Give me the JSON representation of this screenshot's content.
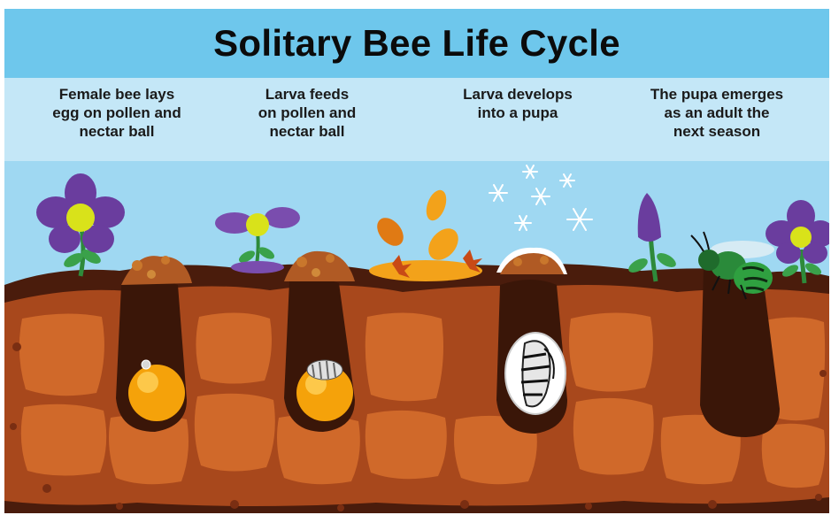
{
  "title": "Solitary Bee Life Cycle",
  "stages": [
    {
      "caption": "Female bee lays\negg on pollen and\nnectar ball"
    },
    {
      "caption": "Larva feeds\non pollen and\nnectar ball"
    },
    {
      "caption": "Larva develops\ninto a pupa"
    },
    {
      "caption": "The pupa emerges\nas an adult the\nnext season"
    }
  ],
  "colors": {
    "title_band": "#6ec7ec",
    "caption_band": "#c4e7f7",
    "sky": "#9fd8f2",
    "soil_dark": "#4a1c0c",
    "soil_mid": "#a8481c",
    "soil_light": "#d0692a",
    "tunnel": "#3a1608",
    "pollen": "#f5a20a",
    "flower_purple": "#6a3d9e",
    "flower_center": "#d9e21a",
    "bee_green": "#2a8a3a"
  }
}
